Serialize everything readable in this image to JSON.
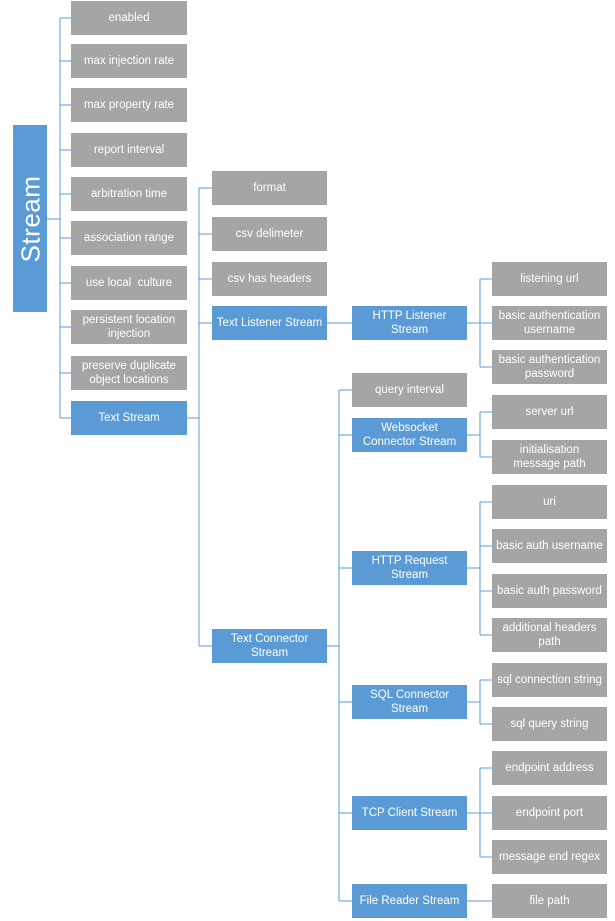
{
  "root": "Stream",
  "stream_props": [
    "enabled",
    "max injection rate",
    "max property rate",
    "report interval",
    "arbitration time",
    "association range",
    "use local  culture",
    "persistent location injection",
    "preserve duplicate object locations"
  ],
  "text_stream": {
    "label": "Text Stream",
    "props": [
      "format",
      "csv delimeter",
      "csv has headers"
    ],
    "text_listener": {
      "label": "Text Listener Stream",
      "http_listener": {
        "label": "HTTP Listener Stream",
        "props": [
          "listening url",
          "basic authentication username",
          "basic authentication password"
        ]
      }
    },
    "text_connector": {
      "label": "Text Connector Stream",
      "query_interval": "query interval",
      "websocket": {
        "label": "Websocket Connector Stream",
        "props": [
          "server url",
          "initialisation message path"
        ]
      },
      "http_request": {
        "label": "HTTP Request Stream",
        "props": [
          "uri",
          "basic auth username",
          "basic auth password",
          "additional headers path"
        ]
      },
      "sql": {
        "label": "SQL Connector Stream",
        "props": [
          "sql connection string",
          "sql query string"
        ]
      },
      "tcp": {
        "label": "TCP Client Stream",
        "props": [
          "endpoint address",
          "endpoint port",
          "message end regex"
        ]
      },
      "file_reader": {
        "label": "File Reader Stream",
        "props": [
          "file path"
        ]
      }
    }
  },
  "colors": {
    "gray_box": "#a5a5a5",
    "blue_box": "#5b9bd5",
    "connector": "#5b9bd5"
  }
}
